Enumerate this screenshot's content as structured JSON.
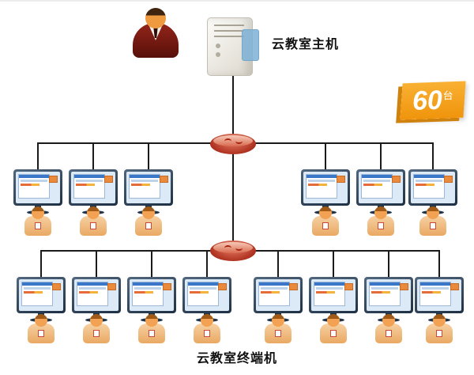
{
  "diagram": {
    "title_host": "云教室主机",
    "title_terminals": "云教室终端机",
    "badge": {
      "number": "60",
      "unit": "台"
    },
    "counts": {
      "row1_terminals": 6,
      "row2_terminals": 8,
      "total_units_label": "60台"
    },
    "colors": {
      "line": "#1a1a1a",
      "badge_orange": "#f0940c",
      "switch_red": "#b03321",
      "monitor_frame": "#1e3044",
      "server_body": "#e9e5dc",
      "server_panel_blue": "#7db2d6",
      "avatar_skin": "#f2a252",
      "suit_maroon": "#7c1d12"
    },
    "icons": {
      "teacher": "teacher-admin-icon",
      "server": "cloud-host-server-icon",
      "switch": "network-switch-icon",
      "terminal": "terminal-computer-icon",
      "student": "student-avatar-icon"
    }
  }
}
